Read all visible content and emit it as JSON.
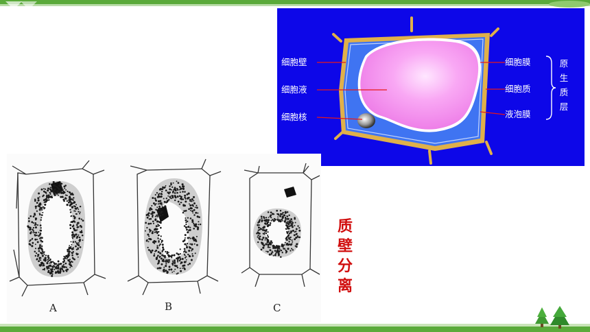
{
  "cell_diagram": {
    "labels_left": [
      "细胞壁",
      "细胞液",
      "细胞核"
    ],
    "labels_right": [
      "细胞膜",
      "细胞质",
      "液泡膜"
    ],
    "bracket_label": "原生质层"
  },
  "stages": [
    {
      "label": "A"
    },
    {
      "label": "B"
    },
    {
      "label": "C"
    }
  ],
  "side_title": "质壁分离",
  "colors": {
    "diagram_background": "#0d07e8",
    "cytoplasm": "#3f74f2",
    "cell_wall": "#e0b04a",
    "vacuole": "#f79cf2",
    "title_red": "#d10f0f",
    "banner_green": "#5aaa3a"
  }
}
